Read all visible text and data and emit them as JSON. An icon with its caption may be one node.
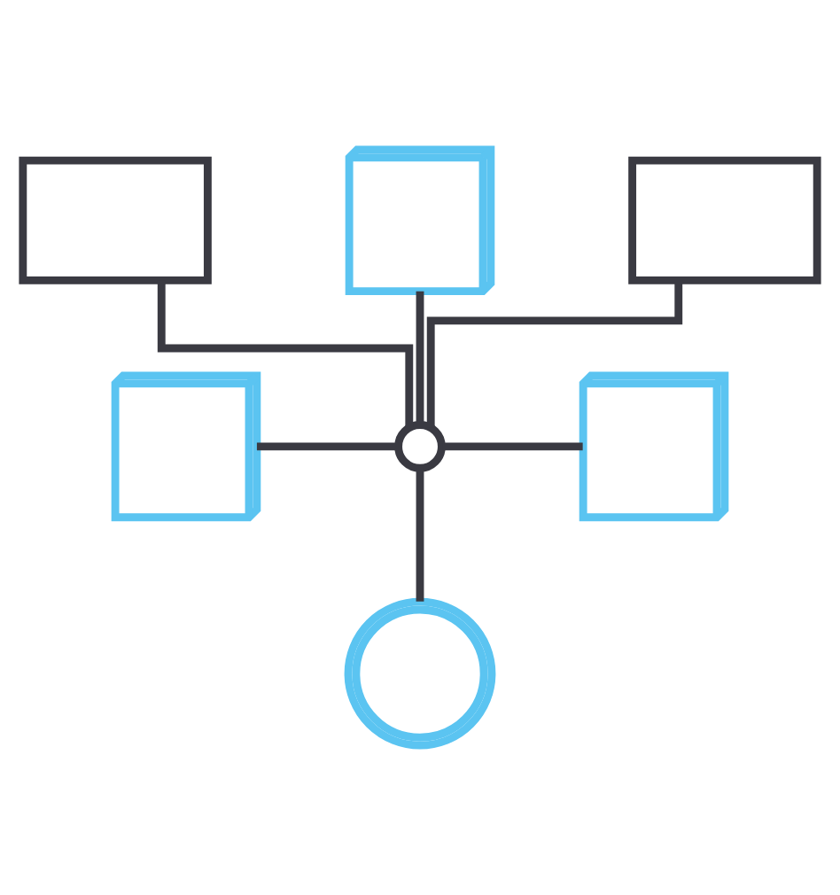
{
  "diagram": {
    "nodes": [
      {
        "text": [],
        "shape": "cube"
      },
      {
        "text": [],
        "shape": "document"
      },
      {
        "text": [],
        "shape": "document"
      },
      {
        "text": [],
        "shape": "cube"
      },
      {
        "text": [],
        "shape": "circle"
      },
      {
        "text": [],
        "shape": "cube"
      },
      {
        "text": [],
        "shape": "ring"
      }
    ],
    "edges": [
      {
        "from": 0,
        "to": 4,
        "arrow": "none"
      },
      {
        "from": 1,
        "to": 4,
        "arrow": "none"
      },
      {
        "from": 2,
        "to": 4,
        "arrow": "none"
      },
      {
        "from": 3,
        "to": 4,
        "arrow": "none"
      },
      {
        "from": 4,
        "to": 5,
        "arrow": "none"
      },
      {
        "from": 4,
        "to": 6,
        "arrow": "none"
      }
    ]
  }
}
